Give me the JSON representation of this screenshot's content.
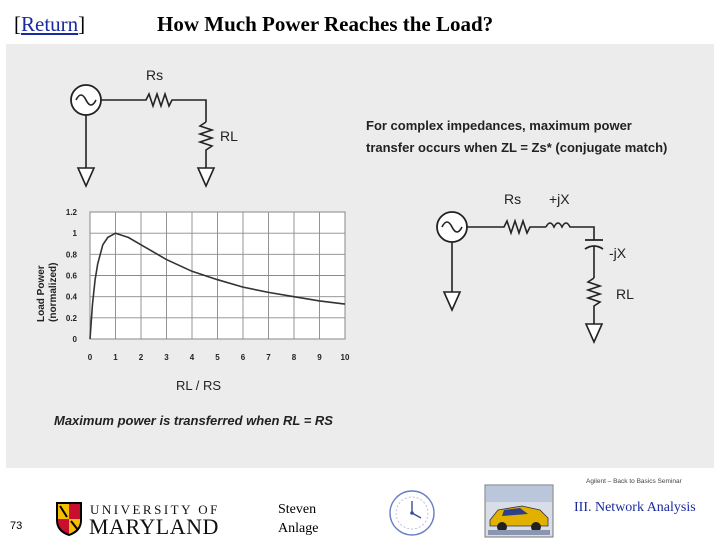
{
  "header": {
    "return_bracket_left": "[",
    "return_label": "Return",
    "return_bracket_right": "]",
    "title": "How Much Power Reaches the Load?"
  },
  "circuit1": {
    "source_resistor_label": "Rs",
    "load_resistor_label": "RL"
  },
  "note": {
    "line1": "For complex impedances, maximum power",
    "line2": "transfer occurs when ZL = Zs* (conjugate match)"
  },
  "circuit2": {
    "source_resistor_label": "Rs",
    "source_reactance_label": "+jX",
    "load_reactance_label": "-jX",
    "load_resistor_label": "RL"
  },
  "chart_data": {
    "type": "line",
    "title": "",
    "xlabel": "RL / RS",
    "ylabel": "Load Power (normalized)",
    "ylabel_line1": "Load Power",
    "ylabel_line2": "(normalized)",
    "xlim": [
      0,
      10
    ],
    "ylim": [
      0,
      1.2
    ],
    "grid": true,
    "x_ticks": [
      "0",
      "1",
      "2",
      "3",
      "4",
      "5",
      "6",
      "7",
      "8",
      "9",
      "10"
    ],
    "y_ticks": [
      "0",
      "0.2",
      "0.4",
      "0.6",
      "0.8",
      "1",
      "1.2"
    ],
    "series": [
      {
        "x": [
          0,
          0.1,
          0.2,
          0.3,
          0.5,
          0.7,
          1,
          1.5,
          2,
          2.5,
          3,
          4,
          5,
          6,
          7,
          8,
          9,
          10
        ],
        "values": [
          0,
          0.33,
          0.56,
          0.71,
          0.89,
          0.96,
          1.0,
          0.96,
          0.89,
          0.82,
          0.75,
          0.64,
          0.56,
          0.49,
          0.44,
          0.4,
          0.36,
          0.33
        ]
      }
    ],
    "caption": "Maximum power is transferred when RL = RS"
  },
  "footer": {
    "page_number": "73",
    "university_line1": "UNIVERSITY OF",
    "university_line2": "MARYLAND",
    "presenter_line1": "Steven",
    "presenter_line2": "Anlage",
    "seminar_credit": "Agilent – Back to Basics Seminar",
    "section_label": "III. Network Analysis",
    "colors": {
      "umd_red": "#c8102e",
      "umd_gold": "#f6be00",
      "link_blue": "#1a2a9c"
    }
  }
}
